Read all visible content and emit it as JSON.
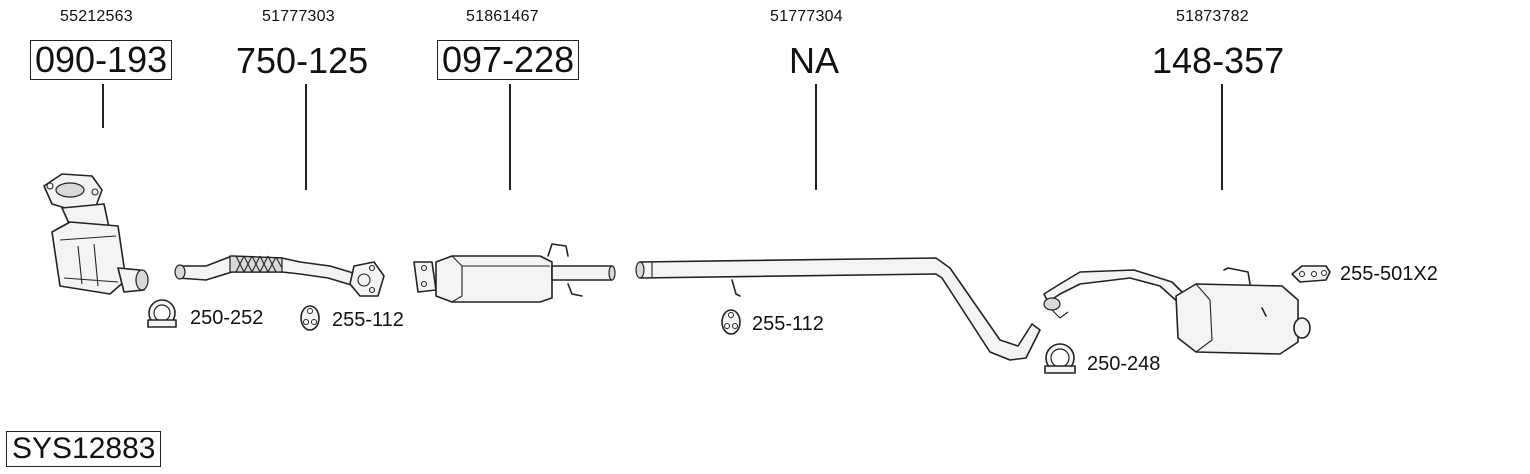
{
  "system_code": "SYS12883",
  "parts": [
    {
      "oem": "55212563",
      "ref": "090-193",
      "boxed": true
    },
    {
      "oem": "51777303",
      "ref": "750-125",
      "boxed": false
    },
    {
      "oem": "51861467",
      "ref": "097-228",
      "boxed": true
    },
    {
      "oem": "51777304",
      "ref": "NA",
      "boxed": false
    },
    {
      "oem": "51873782",
      "ref": "148-357",
      "boxed": false
    }
  ],
  "accessories": [
    {
      "code": "250-252",
      "icon": "clamp-icon"
    },
    {
      "code": "255-112",
      "icon": "rubber-ring-icon"
    },
    {
      "code": "255-112",
      "icon": "rubber-ring-icon"
    },
    {
      "code": "250-248",
      "icon": "clamp-icon"
    },
    {
      "code": "255-501X2",
      "icon": "hanger-bracket-icon"
    }
  ]
}
